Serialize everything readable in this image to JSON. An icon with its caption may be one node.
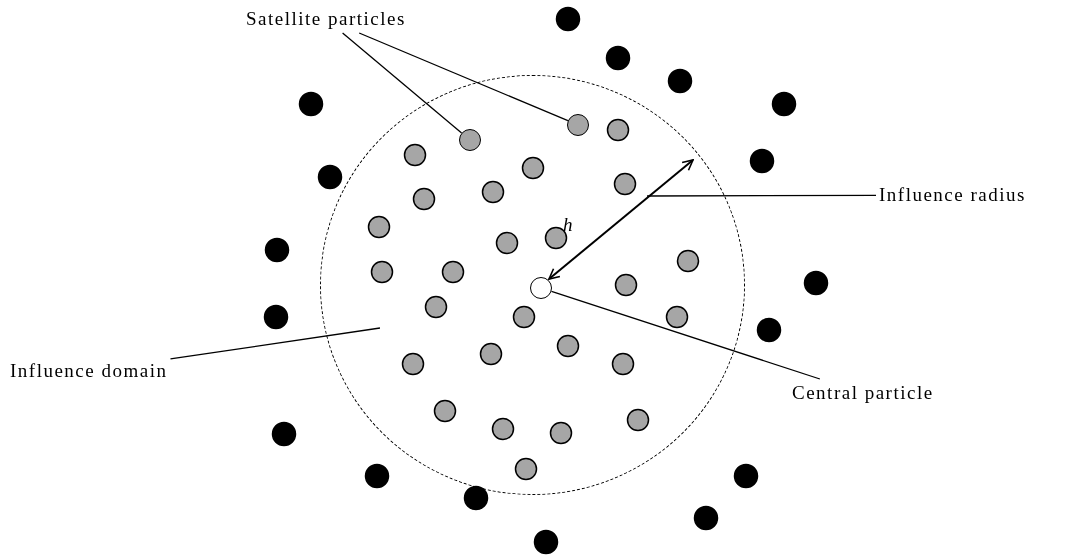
{
  "diagram": {
    "nodes": [
      {
        "text": [
          "Satellite particles"
        ]
      },
      {
        "text": [],
        "shape": "circle"
      },
      {
        "text": [],
        "shape": "circle",
        "in": 1
      },
      {
        "text": [],
        "shape": "circle",
        "in": 1
      },
      {
        "text": [
          "Influence radius"
        ]
      },
      {
        "text": [],
        "shape": "circle",
        "in": 1
      },
      {
        "text": [
          "Influence domain"
        ]
      },
      {
        "text": [
          "Central particle"
        ]
      }
    ],
    "edges": [
      {
        "from": 0,
        "to": 2,
        "arrow": "none"
      },
      {
        "from": 0,
        "to": 3,
        "arrow": "none"
      },
      {
        "from": 4,
        "to": null,
        "arrow": "none"
      },
      {
        "from": 6,
        "to": 1,
        "arrow": "none"
      },
      {
        "from": 7,
        "to": 5,
        "arrow": "none"
      }
    ],
    "labels": [
      "h"
    ]
  }
}
